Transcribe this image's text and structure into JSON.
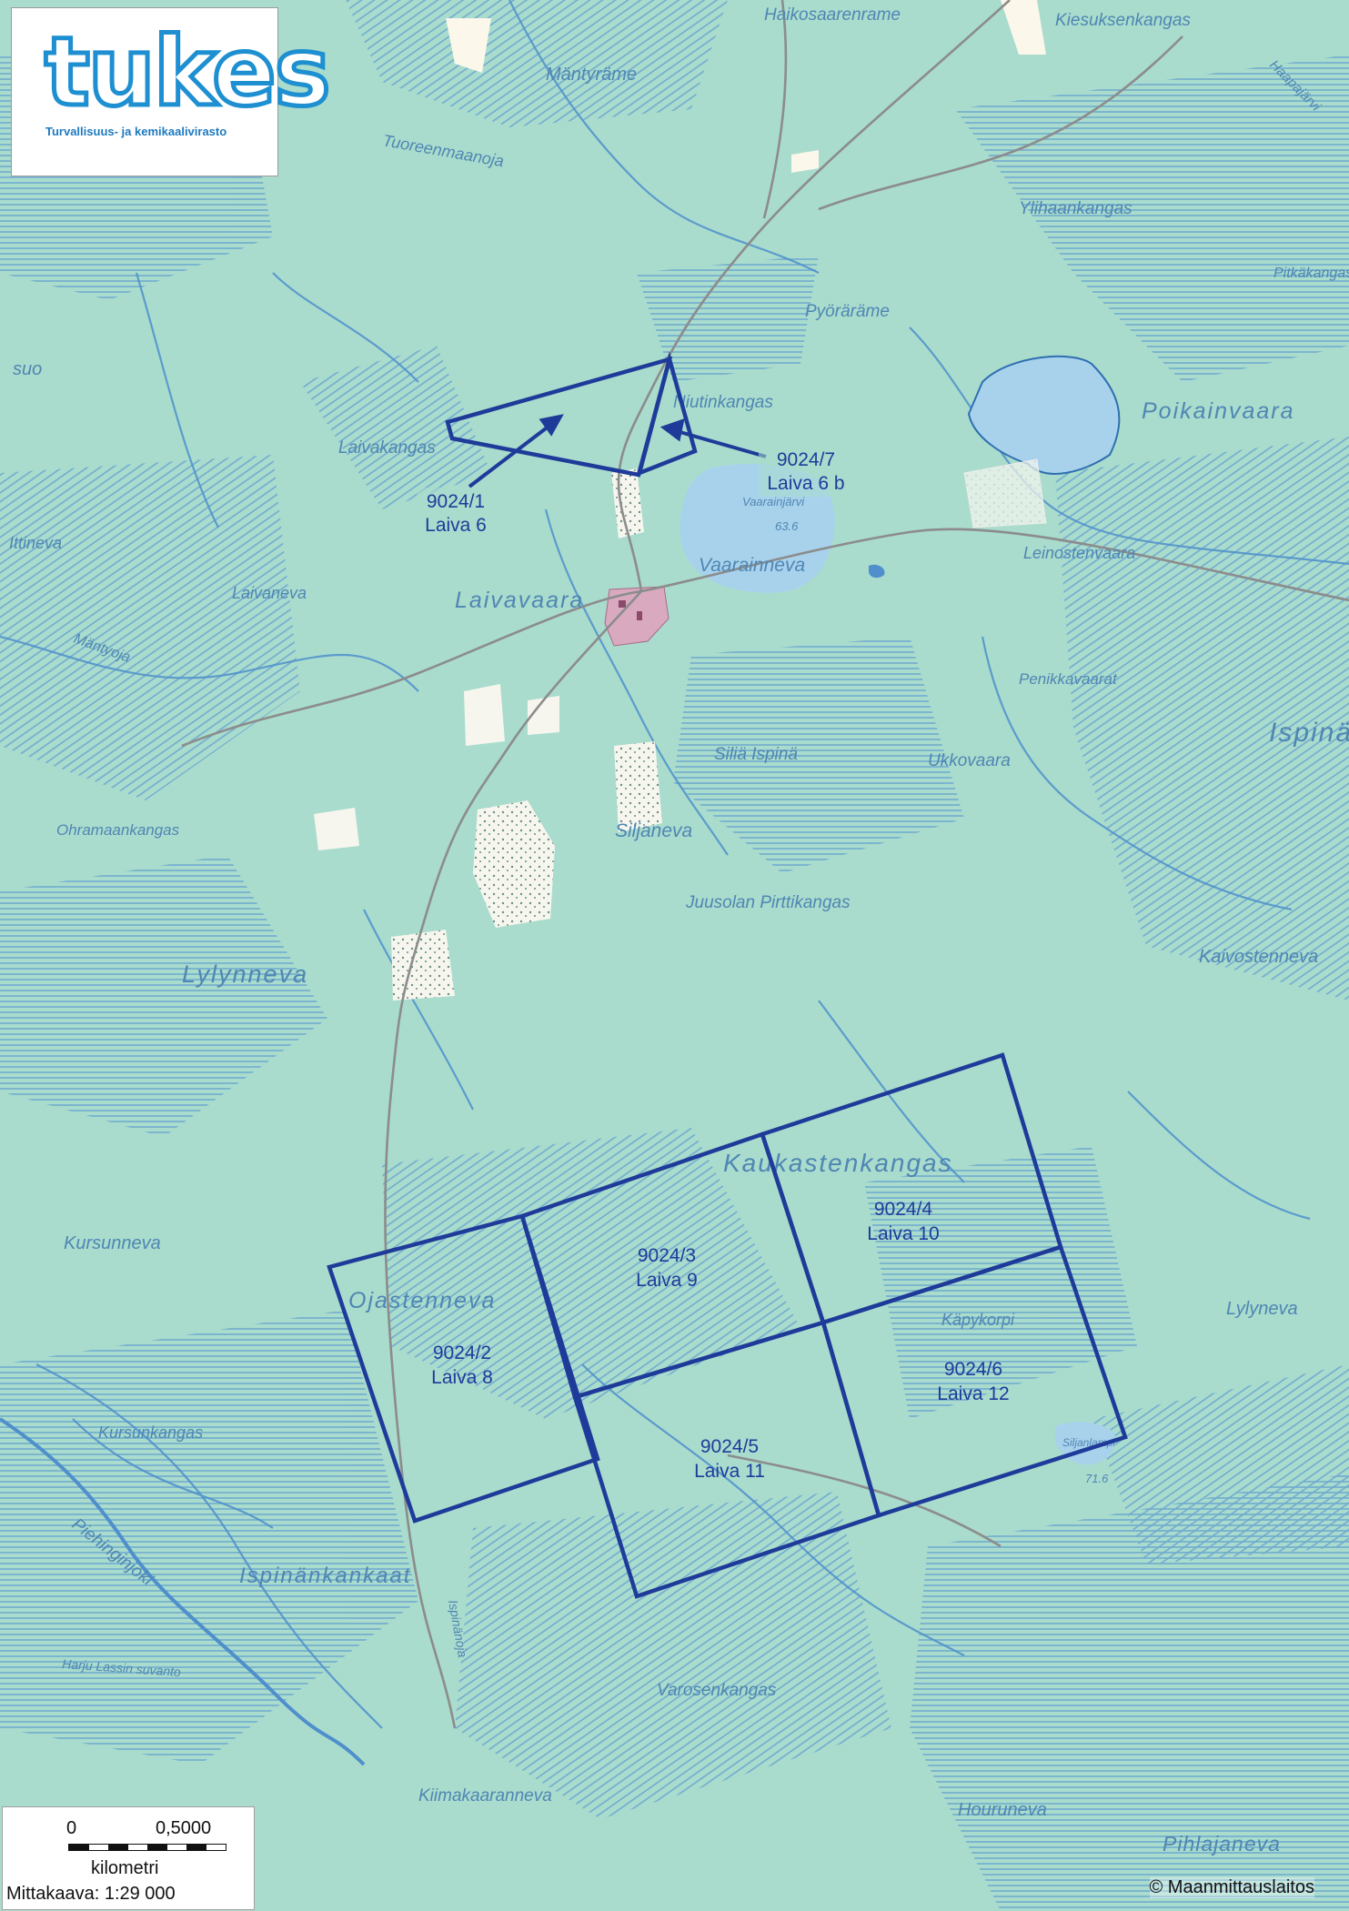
{
  "logo": {
    "word": "tukes",
    "subtitle": "Turvallisuus- ja kemikaalivirasto"
  },
  "colors": {
    "land": "#a9dccd",
    "water": "#a8d2ec",
    "hatch": "#5d9ad0",
    "claim_line": "#1f3b9a",
    "road": "#8c8c8c",
    "built_area": "#d9a9c0"
  },
  "place_names": [
    "Haikosaarenrame",
    "Kiesuksenkangas",
    "Haapajärvi",
    "Mäntyräme",
    "Tuoreenmaanoja",
    "Ylihaankangas",
    "Pitkäkangas",
    "Pyöräräme",
    "Poikainvaara",
    "Niutinkangas",
    "Laivakangas",
    "Vaarainjärvi",
    "Vaarainneva",
    "Leinostenvaara",
    "Laivavaara",
    "Laivaneva",
    "Mäntyoja",
    "Penikkavaarat",
    "Ispinä",
    "Siliä Ispinä",
    "Ukkovaara",
    "Ohramaankangas",
    "Siljaneva",
    "Juusolan Pirttikangas",
    "Kaivostenneva",
    "Lylynneva",
    "Kaukastenkangas",
    "Kursunneva",
    "Ojastenneva",
    "Käpykorpi",
    "Lylyneva",
    "Kursunkangas",
    "Piehinginjoki",
    "Ispinänkankaat",
    "Ispinänoja",
    "Harju Lassin suvanto",
    "Varosenkangas",
    "Kiimakaaranneva",
    "Houruneva",
    "Pihlajaneva",
    "Siljanlampi",
    "Ittineva",
    "suo"
  ],
  "elevations": [
    "63.6",
    "71.6"
  ],
  "claims": [
    {
      "id": "9024/1",
      "name": "Laiva 6"
    },
    {
      "id": "9024/7",
      "name": "Laiva 6 b"
    },
    {
      "id": "9024/2",
      "name": "Laiva 8"
    },
    {
      "id": "9024/3",
      "name": "Laiva 9"
    },
    {
      "id": "9024/4",
      "name": "Laiva 10"
    },
    {
      "id": "9024/5",
      "name": "Laiva 11"
    },
    {
      "id": "9024/6",
      "name": "Laiva 12"
    }
  ],
  "scale": {
    "zero": "0",
    "half": "0,5000",
    "unit": "kilometri",
    "ratio": "Mittakaava:  1:29 000"
  },
  "copyright": "© Maanmittauslaitos"
}
